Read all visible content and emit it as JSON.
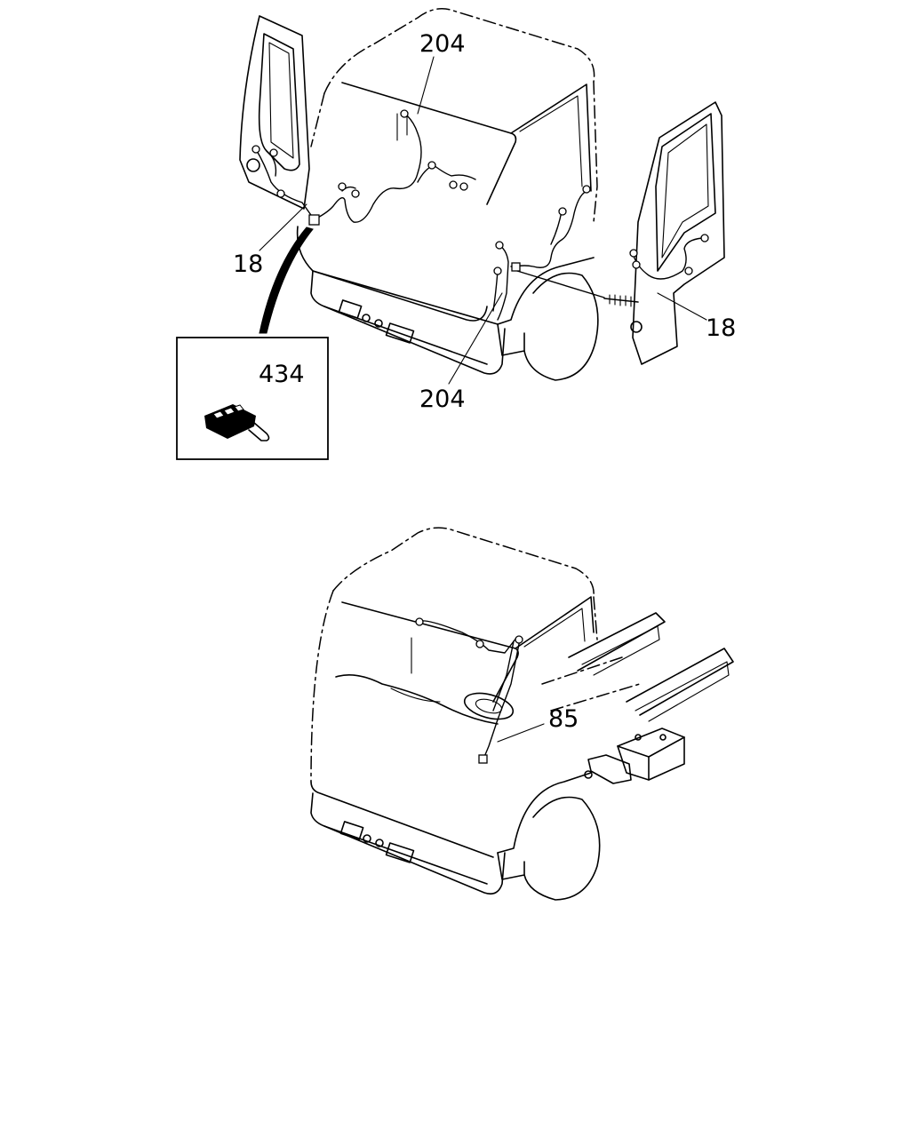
{
  "figure": {
    "callouts": {
      "upper_roof_harness": "204",
      "upper_left_door_harness": "18",
      "upper_right_door_harness": "18",
      "upper_lower_harness": "204",
      "connector_detail": "434",
      "lower_harness": "85"
    }
  }
}
